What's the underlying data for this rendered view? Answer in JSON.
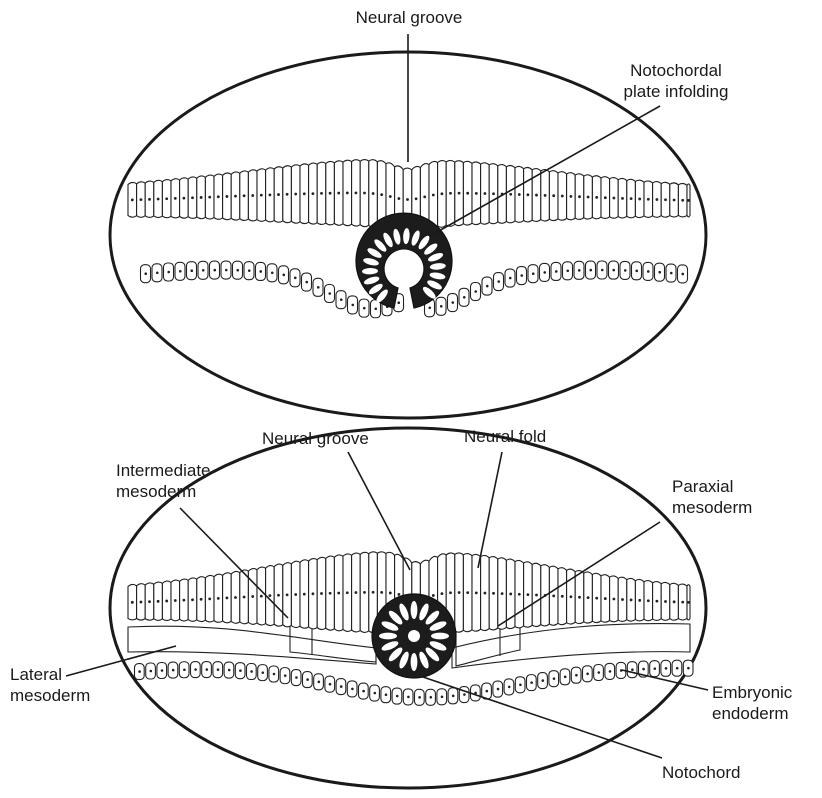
{
  "top_diagram": {
    "labels": {
      "neural_groove": "Neural groove",
      "notochordal_plate_line1": "Notochordal",
      "notochordal_plate_line2": "plate infolding"
    }
  },
  "bottom_diagram": {
    "labels": {
      "neural_groove": "Neural groove",
      "neural_fold": "Neural fold",
      "intermediate_line1": "Intermediate",
      "intermediate_line2": "mesoderm",
      "paraxial_line1": "Paraxial",
      "paraxial_line2": "mesoderm",
      "lateral_line1": "Lateral",
      "lateral_line2": "mesoderm",
      "embryonic_line1": "Embryonic",
      "embryonic_line2": "endoderm",
      "notochord": "Notochord"
    }
  }
}
